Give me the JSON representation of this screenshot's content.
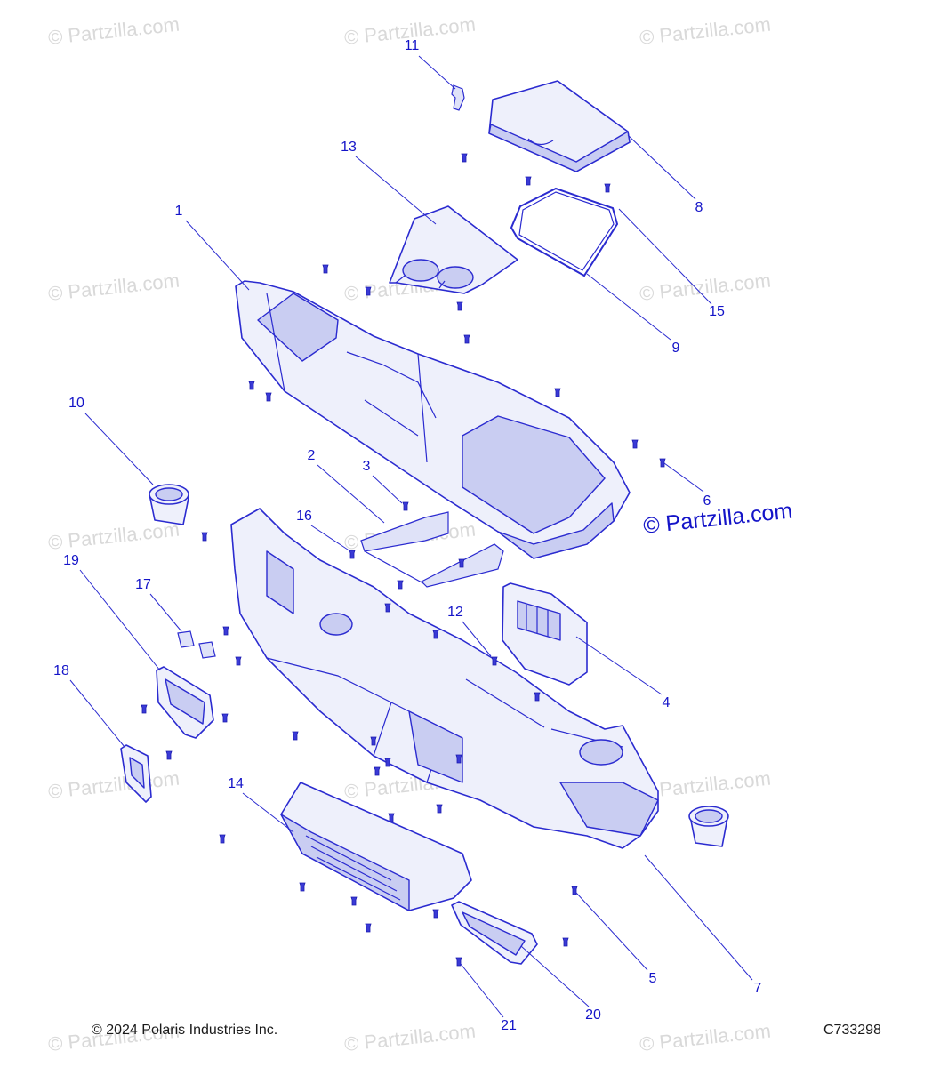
{
  "diagram": {
    "watermark_text": "© Partzilla.com",
    "brand_watermark": "© Partzilla.com",
    "copyright": "© 2024 Polaris Industries Inc.",
    "code": "C733298",
    "accent_color": "#2b2bd0",
    "callouts": [
      {
        "label": "1"
      },
      {
        "label": "2"
      },
      {
        "label": "3"
      },
      {
        "label": "4"
      },
      {
        "label": "5"
      },
      {
        "label": "6"
      },
      {
        "label": "7"
      },
      {
        "label": "8"
      },
      {
        "label": "9"
      },
      {
        "label": "10"
      },
      {
        "label": "11"
      },
      {
        "label": "12"
      },
      {
        "label": "13"
      },
      {
        "label": "14"
      },
      {
        "label": "15"
      },
      {
        "label": "16"
      },
      {
        "label": "17"
      },
      {
        "label": "18"
      },
      {
        "label": "19"
      },
      {
        "label": "20"
      },
      {
        "label": "21"
      }
    ]
  }
}
